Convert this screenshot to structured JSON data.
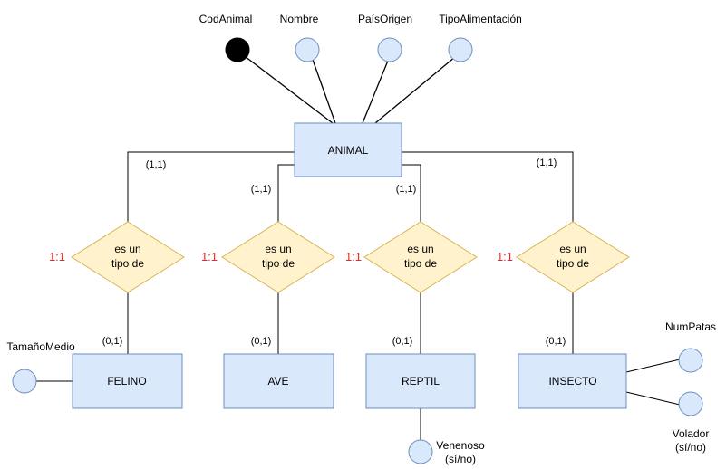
{
  "colors": {
    "entity_fill": "#dae8fc",
    "entity_stroke": "#6c8ebf",
    "relation_fill": "#fff2cc",
    "relation_stroke": "#d6b656",
    "ratio_text": "#e52b2b",
    "key_attribute": "#000000"
  },
  "entities": {
    "animal": "ANIMAL",
    "felino": "FELINO",
    "ave": "AVE",
    "reptil": "REPTIL",
    "insecto": "INSECTO"
  },
  "animal_attributes": {
    "cod": "CodAnimal",
    "nombre": "Nombre",
    "pais": "PaísOrigen",
    "tipo": "TipoAlimentación"
  },
  "relation": {
    "line1": "es un",
    "line2": "tipo de"
  },
  "ratio": "1:1",
  "cardinality": {
    "parent": "(1,1)",
    "child": "(0,1)"
  },
  "subtype_attributes": {
    "tamano": "TamañoMedio",
    "venenoso_1": "Venenoso",
    "venenoso_2": "(sí/no)",
    "numpatas": "NumPatas",
    "volador_1": "Volador",
    "volador_2": "(sí/no)"
  }
}
